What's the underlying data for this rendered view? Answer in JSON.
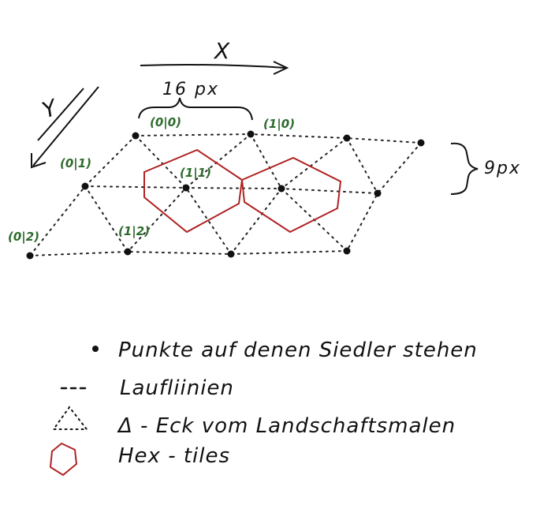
{
  "axes": {
    "x_label": "X",
    "y_label": "Y"
  },
  "dimensions": {
    "width_label": "16 px",
    "height_label": "9px"
  },
  "points": [
    {
      "id": "p-0-0",
      "label": "(0|0)"
    },
    {
      "id": "p-1-0",
      "label": "(1|0)"
    },
    {
      "id": "p-2-0",
      "label": ""
    },
    {
      "id": "p-3-0",
      "label": ""
    },
    {
      "id": "p-0-1",
      "label": "(0|1)"
    },
    {
      "id": "p-1-1",
      "label": "(1|1)"
    },
    {
      "id": "p-2-1",
      "label": ""
    },
    {
      "id": "p-3-1",
      "label": ""
    },
    {
      "id": "p-0-2",
      "label": "(0|2)"
    },
    {
      "id": "p-1-2",
      "label": "(1|2)"
    },
    {
      "id": "p-2-2",
      "label": ""
    },
    {
      "id": "p-3-2",
      "label": ""
    }
  ],
  "legend": [
    {
      "id": "dot",
      "text": "Punkte auf denen Siedler stehen"
    },
    {
      "id": "dash",
      "text": "Laufliinien"
    },
    {
      "id": "triangle",
      "text": "Δ - Eck vom Landschaftsmalen"
    },
    {
      "id": "hex",
      "text": "Hex - tiles"
    }
  ],
  "colors": {
    "ink": "#111111",
    "coord_label": "#2e6b2e",
    "hex": "#b02222"
  }
}
